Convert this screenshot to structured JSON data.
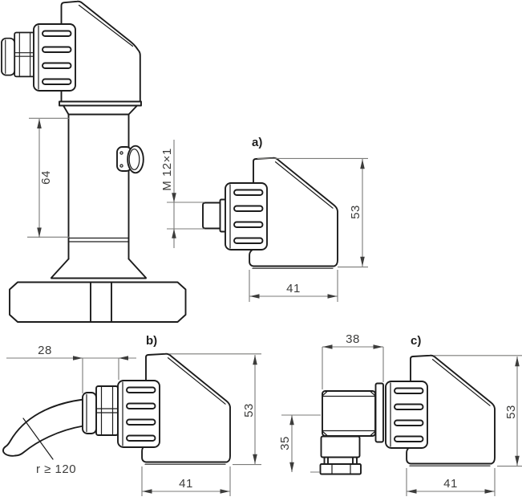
{
  "drawing": {
    "type": "technical-dimension-drawing",
    "subject": "pressure transmitter with connection variants",
    "main_view": {
      "dim_body_length": "64"
    },
    "view_a": {
      "label": "a)",
      "dim_thread": "M 12×1",
      "dim_height": "53",
      "dim_width": "41"
    },
    "view_b": {
      "label": "b)",
      "dim_gland_length": "28",
      "dim_height": "53",
      "dim_width": "41",
      "cable_note": "r ≥ 120"
    },
    "view_c": {
      "label": "c)",
      "dim_connector_width": "38",
      "dim_connector_height": "35",
      "dim_height": "53",
      "dim_width": "41"
    },
    "colors": {
      "outline": "#1c1c1c",
      "dimension_line": "#7b7b79",
      "dimension_text": "#3c3c3b",
      "background": "#ffffff"
    }
  }
}
